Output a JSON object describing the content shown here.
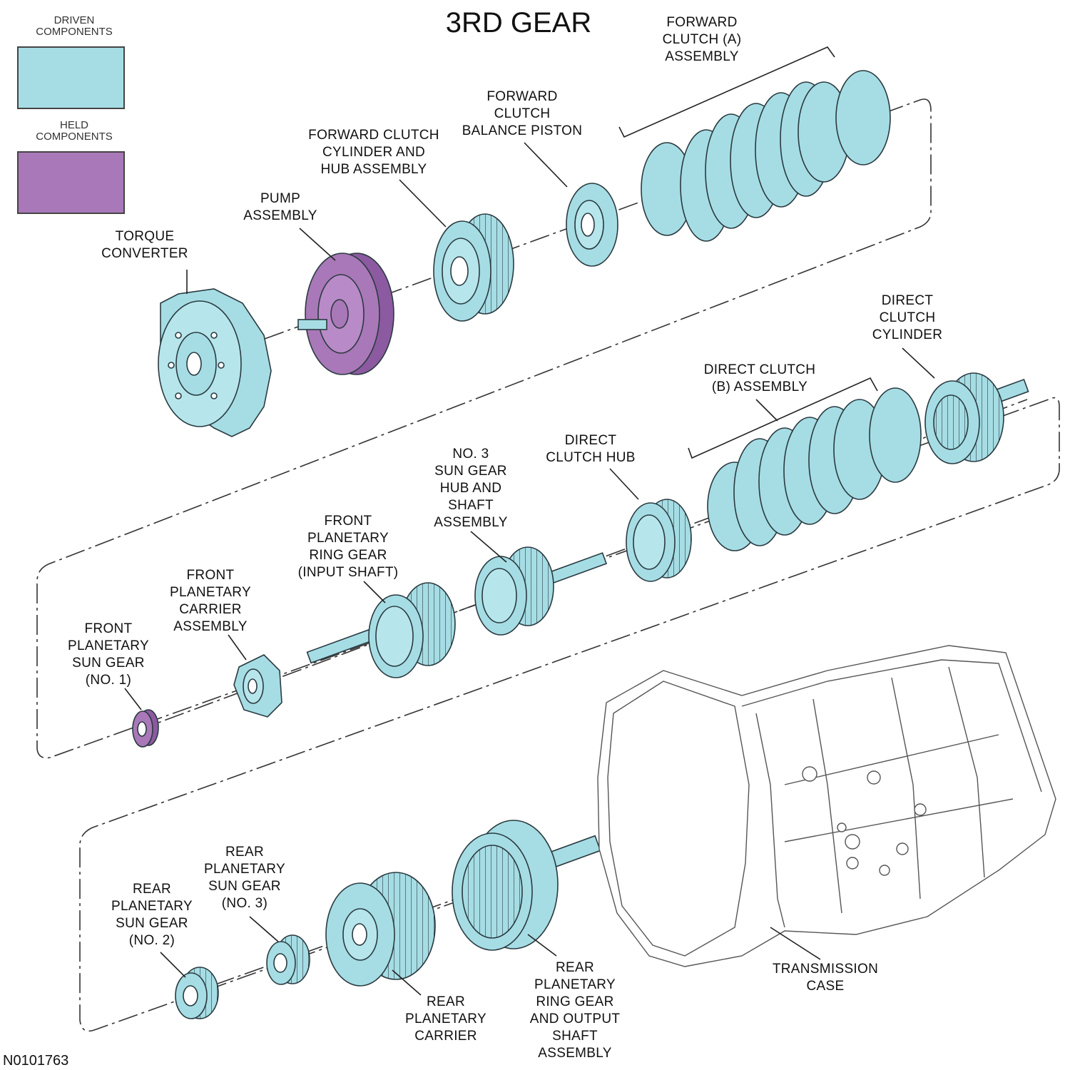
{
  "title": "3RD GEAR",
  "figure_id": "N0101763",
  "legend": {
    "driven": {
      "label": "DRIVEN\nCOMPONENTS",
      "color": "#a6dde5"
    },
    "held": {
      "label": "HELD\nCOMPONENTS",
      "color": "#a978b8"
    }
  },
  "colors": {
    "driven": "#a6dde5",
    "held": "#a978b8",
    "outline": "#2a3a40",
    "case_fill": "#ffffff"
  },
  "labels": {
    "torque_converter": "TORQUE\nCONVERTER",
    "pump_assembly": "PUMP\nASSEMBLY",
    "fwd_clutch_cylinder": "FORWARD CLUTCH\nCYLINDER AND\nHUB ASSEMBLY",
    "fwd_clutch_balance_piston": "FORWARD\nCLUTCH\nBALANCE PISTON",
    "fwd_clutch_a": "FORWARD\nCLUTCH (A)\nASSEMBLY",
    "direct_clutch_cylinder": "DIRECT\nCLUTCH\nCYLINDER",
    "direct_clutch_b": "DIRECT CLUTCH\n(B) ASSEMBLY",
    "direct_clutch_hub": "DIRECT\nCLUTCH HUB",
    "no3_sun_gear_hub": "NO. 3\nSUN GEAR\nHUB AND\nSHAFT\nASSEMBLY",
    "front_ring_gear": "FRONT\nPLANETARY\nRING GEAR\n(INPUT SHAFT)",
    "front_carrier": "FRONT\nPLANETARY\nCARRIER\nASSEMBLY",
    "front_sun_gear": "FRONT\nPLANETARY\nSUN GEAR\n(NO. 1)",
    "rear_sun_gear_3": "REAR\nPLANETARY\nSUN GEAR\n(NO. 3)",
    "rear_sun_gear_2": "REAR\nPLANETARY\nSUN GEAR\n(NO. 2)",
    "rear_carrier": "REAR\nPLANETARY\nCARRIER",
    "rear_ring_gear": "REAR\nPLANETARY\nRING GEAR\nAND OUTPUT\nSHAFT\nASSEMBLY",
    "transmission_case": "TRANSMISSION\nCASE"
  }
}
